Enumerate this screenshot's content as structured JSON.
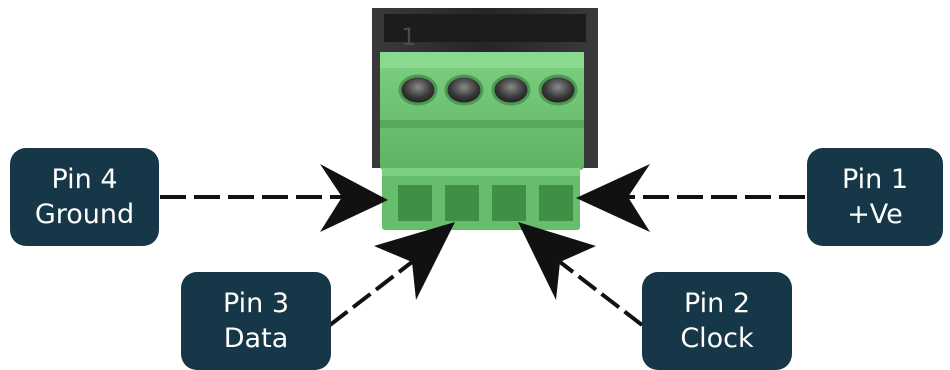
{
  "connector": {
    "pin_marking": "1",
    "body_color": "#6cc271",
    "housing_color": "#2d2d2f"
  },
  "pins": [
    {
      "id": "pin4",
      "line1": "Pin 4",
      "line2": "Ground"
    },
    {
      "id": "pin3",
      "line1": "Pin 3",
      "line2": "Data"
    },
    {
      "id": "pin2",
      "line1": "Pin 2",
      "line2": "Clock"
    },
    {
      "id": "pin1",
      "line1": "Pin 1",
      "line2": "+Ve"
    }
  ],
  "colors": {
    "label_bg": "#163747",
    "label_text": "#ffffff",
    "arrow": "#111111"
  }
}
